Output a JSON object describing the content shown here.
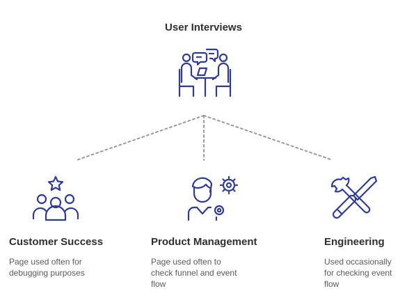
{
  "root": {
    "title": "User Interviews",
    "icon": "interview-meeting-icon"
  },
  "branches": [
    {
      "title": "Customer Success",
      "icon": "team-star-icon",
      "desc_lines": [
        "Page used often for",
        "debugging purposes"
      ]
    },
    {
      "title": "Product Management",
      "icon": "manager-gear-icon",
      "desc_lines": [
        "Page used often to",
        "check funnel and event",
        "flow"
      ]
    },
    {
      "title": "Engineering",
      "icon": "wrench-screwdriver-icon",
      "desc_lines": [
        "Used occasionally",
        "for checking event",
        "flow"
      ]
    }
  ],
  "colors": {
    "icon_stroke": "#2d3a9c",
    "connector": "#9a9a9a",
    "title_text": "#2f2f2f",
    "desc_text": "#5a5a5a"
  }
}
